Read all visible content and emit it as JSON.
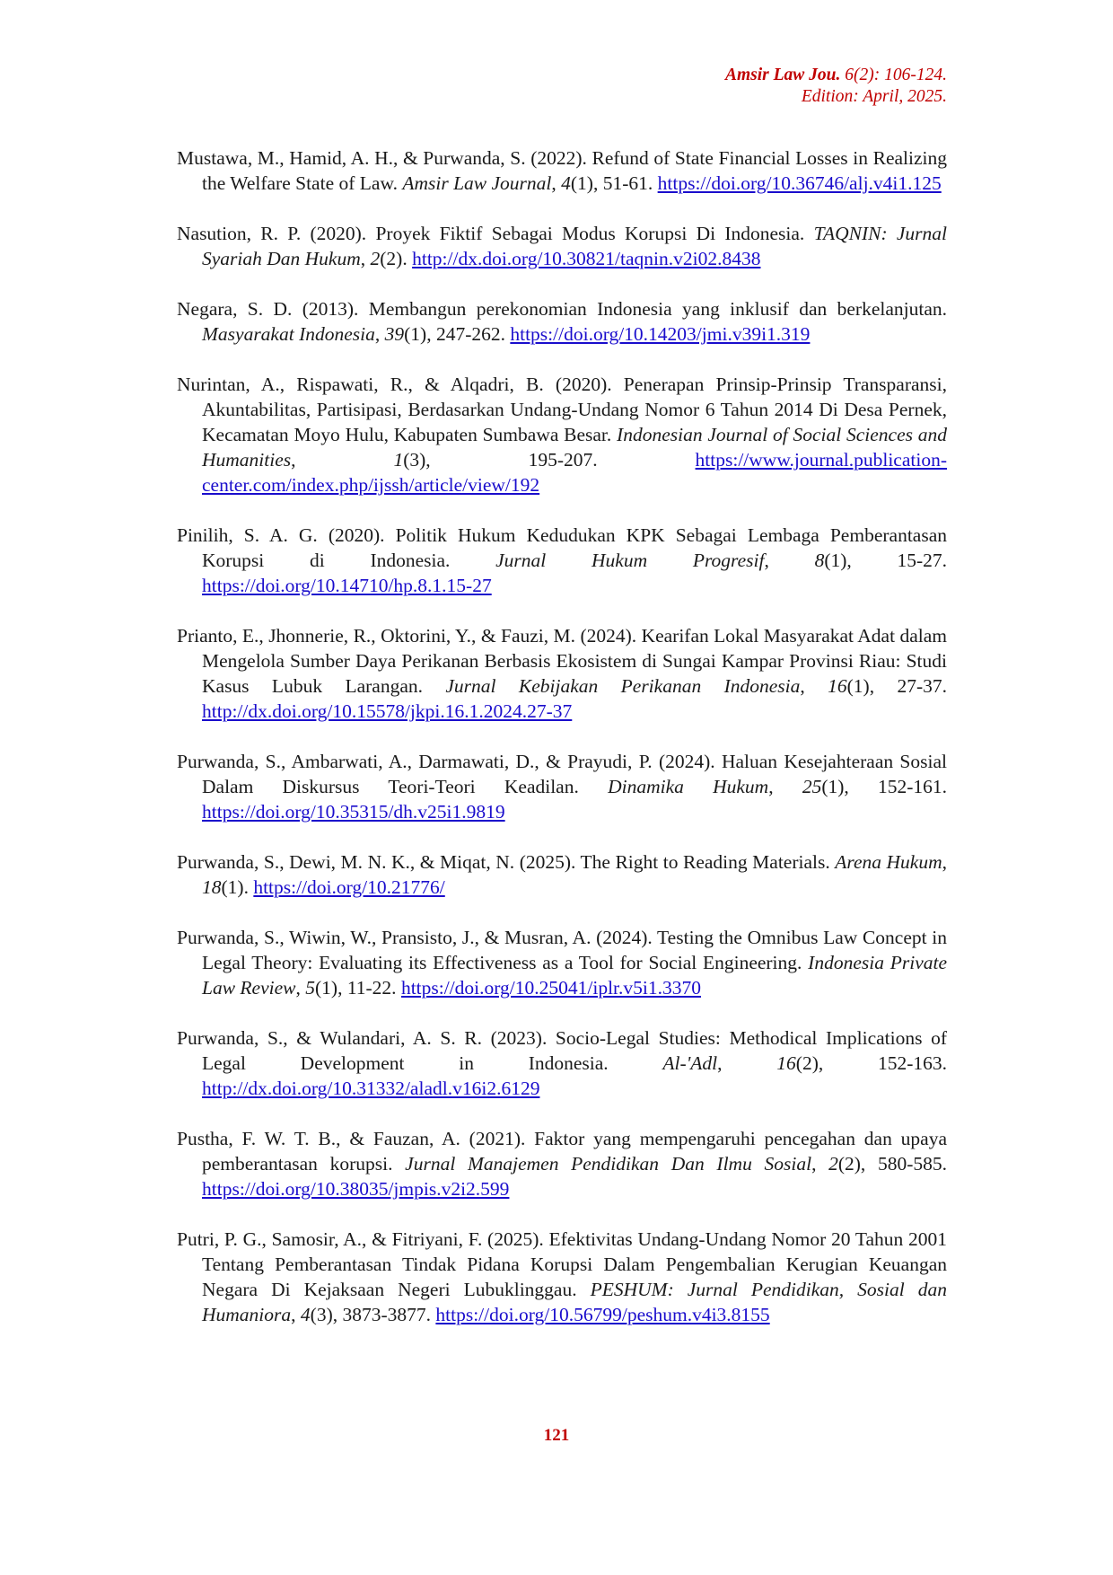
{
  "header": {
    "journal": "Amsir Law Jou.",
    "citation": " 6(2): 106-124.",
    "edition": "Edition: April, 2025."
  },
  "references": [
    {
      "pre": "Mustawa, M., Hamid, A. H., & Purwanda, S. (2022). Refund of State Financial Losses in Realizing the Welfare State of Law. ",
      "journal": "Amsir Law Journal",
      "mid": ", ",
      "volume": "4",
      "post": "(1), 51-61. ",
      "link": "https://doi.org/10.36746/alj.v4i1.125"
    },
    {
      "pre": "Nasution, R. P. (2020). Proyek Fiktif Sebagai Modus Korupsi Di Indonesia. ",
      "journal": "TAQNIN: Jurnal Syariah Dan Hukum",
      "mid": ", ",
      "volume": "2",
      "post": "(2). ",
      "link": "http://dx.doi.org/10.30821/taqnin.v2i02.8438"
    },
    {
      "pre": "Negara, S. D. (2013). Membangun perekonomian Indonesia yang inklusif dan berkelanjutan. ",
      "journal": "Masyarakat Indonesia",
      "mid": ", ",
      "volume": "39",
      "post": "(1), 247-262. ",
      "link": "https://doi.org/10.14203/jmi.v39i1.319"
    },
    {
      "pre": "Nurintan, A., Rispawati, R., & Alqadri, B. (2020). Penerapan Prinsip-Prinsip Transparansi, Akuntabilitas, Partisipasi, Berdasarkan Undang-Undang Nomor 6 Tahun 2014 Di Desa Pernek, Kecamatan Moyo Hulu, Kabupaten Sumbawa Besar. ",
      "journal": "Indonesian Journal of Social Sciences and Humanities",
      "mid": ", ",
      "volume": "1",
      "post": "(3), 195-207. ",
      "link": "https://www.journal.publication-center.com/index.php/ijssh/article/view/192"
    },
    {
      "pre": "Pinilih, S. A. G. (2020). Politik Hukum Kedudukan KPK Sebagai Lembaga Pemberantasan Korupsi di Indonesia. ",
      "journal": "Jurnal Hukum Progresif",
      "mid": ", ",
      "volume": "8",
      "post": "(1), 15-27. ",
      "link": "https://doi.org/10.14710/hp.8.1.15-27"
    },
    {
      "pre": "Prianto, E., Jhonnerie, R., Oktorini, Y., & Fauzi, M. (2024). Kearifan Lokal Masyarakat Adat dalam Mengelola Sumber Daya Perikanan Berbasis Ekosistem di Sungai Kampar Provinsi Riau: Studi Kasus Lubuk Larangan. ",
      "journal": "Jurnal Kebijakan Perikanan Indonesia",
      "mid": ", ",
      "volume": "16",
      "post": "(1), 27-37. ",
      "link": "http://dx.doi.org/10.15578/jkpi.16.1.2024.27-37"
    },
    {
      "pre": "Purwanda, S., Ambarwati, A., Darmawati, D., & Prayudi, P. (2024). Haluan Kesejahteraan Sosial Dalam Diskursus Teori-Teori Keadilan. ",
      "journal": "Dinamika Hukum",
      "mid": ", ",
      "volume": "25",
      "post": "(1), 152-161. ",
      "link": "https://doi.org/10.35315/dh.v25i1.9819"
    },
    {
      "pre": "Purwanda, S., Dewi, M. N. K., & Miqat, N. (2025). The Right to Reading Materials. ",
      "journal": "Arena Hukum",
      "mid": ", ",
      "volume": "18",
      "post": "(1). ",
      "link": "https://doi.org/10.21776/"
    },
    {
      "pre": "Purwanda, S., Wiwin, W., Pransisto, J., & Musran, A. (2024). Testing the Omnibus Law Concept in Legal Theory: Evaluating its Effectiveness as a Tool for Social Engineering. ",
      "journal": "Indonesia Private Law Review",
      "mid": ", ",
      "volume": "5",
      "post": "(1), 11-22. ",
      "link": "https://doi.org/10.25041/iplr.v5i1.3370"
    },
    {
      "pre": "Purwanda, S., & Wulandari, A. S. R. (2023). Socio-Legal Studies: Methodical Implications of Legal Development in Indonesia. ",
      "journal": "Al-'Adl",
      "mid": ", ",
      "volume": "16",
      "post": "(2), 152-163. ",
      "link": "http://dx.doi.org/10.31332/aladl.v16i2.6129"
    },
    {
      "pre": "Pustha, F. W. T. B., & Fauzan, A. (2021). Faktor yang mempengaruhi pencegahan dan upaya pemberantasan korupsi. ",
      "journal": "Jurnal Manajemen Pendidikan Dan Ilmu Sosial",
      "mid": ", ",
      "volume": "2",
      "post": "(2), 580-585. ",
      "link": "https://doi.org/10.38035/jmpis.v2i2.599"
    },
    {
      "pre": "Putri, P. G., Samosir, A., & Fitriyani, F. (2025). Efektivitas Undang-Undang Nomor 20 Tahun 2001 Tentang Pemberantasan Tindak Pidana Korupsi Dalam Pengembalian Kerugian Keuangan Negara Di Kejaksaan Negeri Lubuklinggau. ",
      "journal": "PESHUM: Jurnal Pendidikan, Sosial dan Humaniora",
      "mid": ", ",
      "volume": "4",
      "post": "(3), 3873-3877. ",
      "link": "https://doi.org/10.56799/peshum.v4i3.8155"
    }
  ],
  "page_number": "121",
  "colors": {
    "accent": "#c00000",
    "link": "#1a0dcc",
    "text": "#1a1a1a"
  }
}
